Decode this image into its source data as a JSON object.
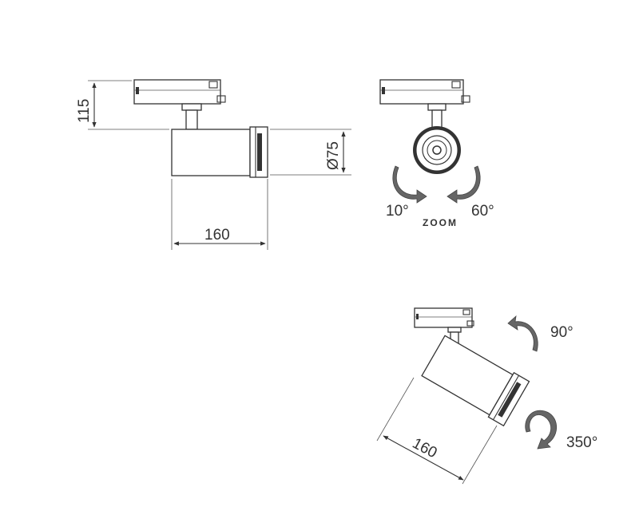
{
  "dimensions": {
    "height": "115",
    "diameter": "Ø75",
    "length_side": "160",
    "length_tilted": "160"
  },
  "front_view": {
    "zoom_label": "ZOOM",
    "zoom_min": "10°",
    "zoom_max": "60°"
  },
  "tilted_view": {
    "tilt_angle": "90°",
    "rotation_angle": "350°"
  },
  "colors": {
    "line": "#333333",
    "arrow": "#666666",
    "background": "#ffffff"
  }
}
